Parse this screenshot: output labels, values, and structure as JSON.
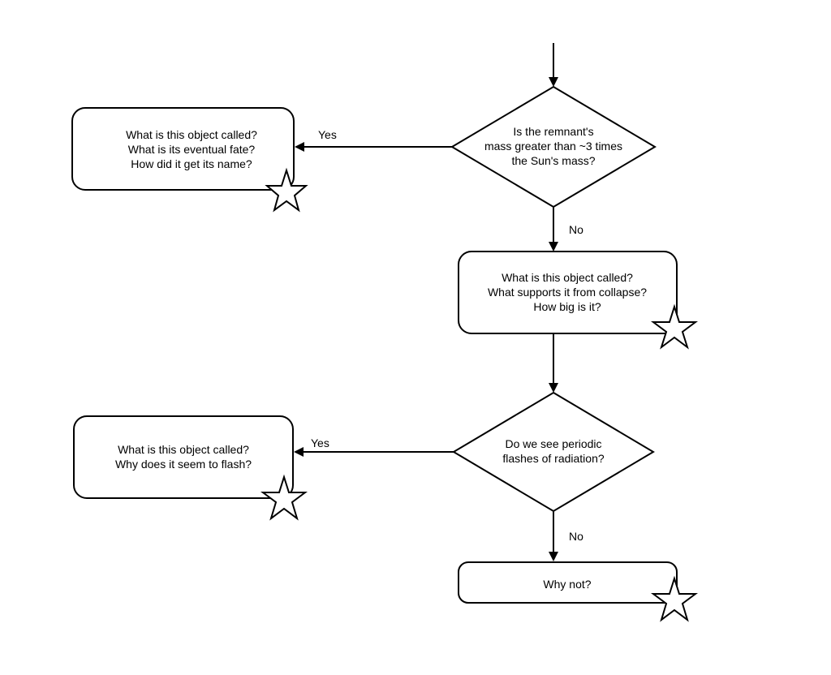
{
  "flowchart": {
    "decision_remnant_mass": {
      "lines": [
        "Is the remnant's",
        "mass greater than ~3 times",
        "the Sun's mass?"
      ]
    },
    "outcome_massive": {
      "lines": [
        "What is this object called?",
        "What is its eventual fate?",
        "How did it get its name?"
      ]
    },
    "outcome_supported": {
      "lines": [
        "What is this object called?",
        "What supports it from collapse?",
        "How big is it?"
      ]
    },
    "decision_periodic_flashes": {
      "lines": [
        "Do we see periodic",
        "flashes of radiation?"
      ]
    },
    "outcome_flashing": {
      "lines": [
        "What is this object called?",
        "Why does it seem to flash?"
      ]
    },
    "outcome_no_flashes": {
      "lines": [
        "Why not?"
      ]
    },
    "edge_labels": {
      "mass_yes": "Yes",
      "mass_no": "No",
      "flashes_yes": "Yes",
      "flashes_no": "No"
    }
  }
}
